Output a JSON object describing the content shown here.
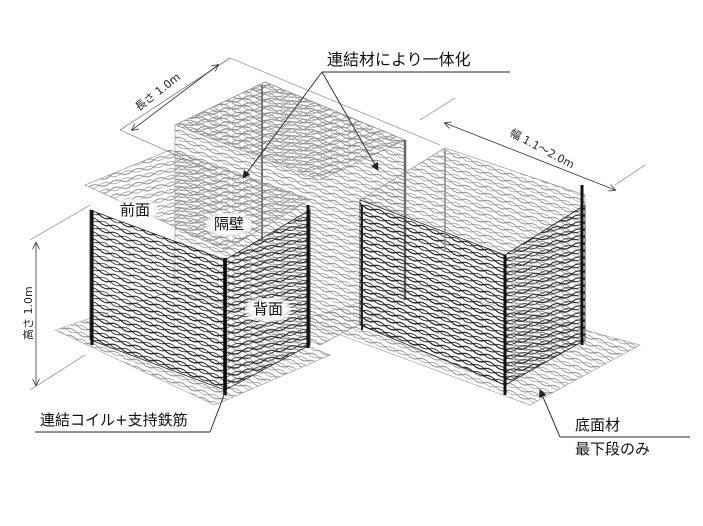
{
  "diagram": {
    "type": "isometric gabion mesh basket schematic",
    "callouts": {
      "joining": "連結材により一体化",
      "coil": "連結コイル+支持鉄筋",
      "base_line1": "底面材",
      "base_line2": "最下段のみ"
    },
    "faces": {
      "front": "前面",
      "partition": "隔壁",
      "back": "背面"
    },
    "dimensions": {
      "length": "長さ 1.0m",
      "width": "幅 1.1～2.0m",
      "height": "高さ 1.0m"
    },
    "colors": {
      "mesh_dark": "#1a1a1a",
      "mesh_light": "#8a8a8a",
      "leader": "#333333",
      "background": "#ffffff"
    }
  }
}
